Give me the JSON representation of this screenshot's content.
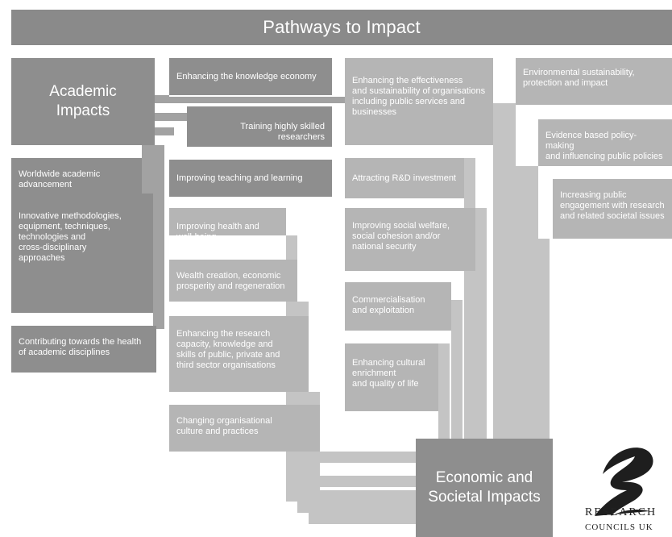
{
  "title": "Pathways to Impact",
  "academic": {
    "hub": "Academic\nImpacts",
    "items": [
      "Worldwide academic\nadvancement",
      "Innovative methodologies,\nequipment, techniques,\ntechnologies and\ncross-disciplinary\napproaches",
      "Contributing towards the health\nof academic disciplines"
    ]
  },
  "middle": {
    "items": [
      "Enhancing the knowledge economy",
      "Training highly skilled researchers",
      "Improving teaching and learning",
      "Improving health and well-being",
      "Wealth creation, economic\nprosperity and regeneration",
      "Enhancing the research\ncapacity, knowledge and\nskills of public, private and\nthird sector organisations",
      "Changing organisational\nculture and practices"
    ]
  },
  "third": {
    "items": [
      "Enhancing the effectiveness\nand sustainability of organisations\nincluding public services and\nbusinesses",
      "Attracting R&D investment",
      "Improving social welfare,\nsocial cohesion and/or\nnational security",
      "Commercialisation\nand exploitation",
      "Enhancing cultural\nenrichment\nand quality of life"
    ]
  },
  "fourth": {
    "items": [
      "Environmental sustainability,\nprotection and impact",
      "Evidence based policy-making\nand influencing public policies",
      "Increasing public\nengagement with research\nand related societal issues"
    ]
  },
  "economic": {
    "hub": "Economic and\nSocietal Impacts"
  },
  "logo": {
    "line1": "RESEARCH",
    "line2": "COUNCILS UK",
    "icon": "rcuk-swoosh-logo"
  },
  "colors": {
    "banner": "#8a8a8a",
    "dark": "#8e8e8e",
    "mid": "#a2a2a2",
    "light": "#b5b5b5",
    "pale": "#c4c4c4"
  }
}
